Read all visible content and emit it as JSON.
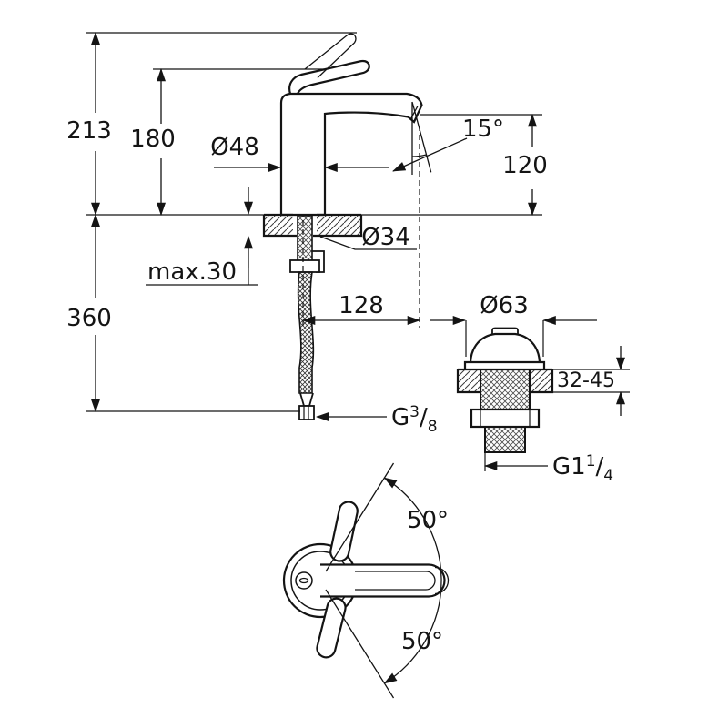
{
  "dims": {
    "total_height": "213",
    "body_height": "180",
    "base_diameter": "Ø48",
    "spout_angle": "15°",
    "spout_height": "120",
    "hole_diameter": "Ø34",
    "max_deck_thickness": "max.30",
    "below_deck_length": "360",
    "spout_reach": "128",
    "drain_flange_diameter": "Ø63",
    "drain_deck_range": "32-45",
    "handle_swivel_top": "50°",
    "handle_swivel_bottom": "50°",
    "hose_thread": {
      "prefix": "G",
      "numerator": "3",
      "slash": "/",
      "denominator": "8"
    },
    "drain_thread": {
      "prefix": "G1",
      "numerator": "1",
      "slash": "/",
      "denominator": "4"
    }
  }
}
